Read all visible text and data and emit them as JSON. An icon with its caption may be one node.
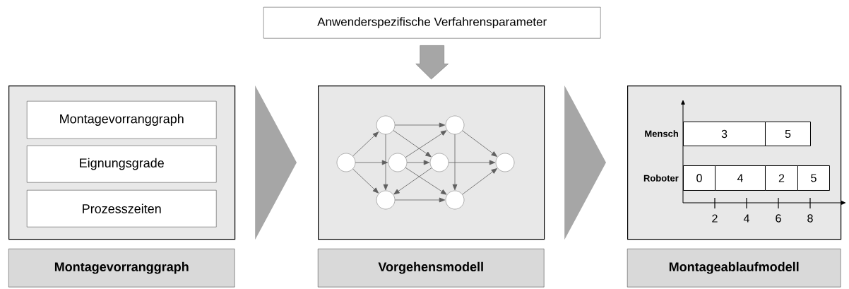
{
  "diagram": {
    "nodes": [
      {
        "text": [
          "Anwenderspezifische Verfahrensparameter"
        ]
      },
      {
        "text": [],
        "shape": "box"
      },
      {
        "text": [
          "Montagevorranggraph"
        ],
        "in": 1
      },
      {
        "text": [
          "Eignungsgrade"
        ],
        "in": 1
      },
      {
        "text": [
          "Prozesszeiten"
        ],
        "in": 1
      },
      {
        "text": [
          "Montagevorranggraph"
        ]
      },
      {
        "text": [],
        "shape": "box"
      },
      {
        "text": [],
        "shape": "circle",
        "in": 6
      },
      {
        "text": [],
        "shape": "circle",
        "in": 6
      },
      {
        "text": [],
        "shape": "circle",
        "in": 6
      },
      {
        "text": [],
        "shape": "circle",
        "in": 6
      },
      {
        "text": [],
        "shape": "circle",
        "in": 6
      },
      {
        "text": [],
        "shape": "circle",
        "in": 6
      },
      {
        "text": [],
        "shape": "circle",
        "in": 6
      },
      {
        "text": [],
        "shape": "circle",
        "in": 6
      },
      {
        "text": [
          "Vorgehensmodell"
        ]
      },
      {
        "text": [],
        "shape": "box"
      },
      {
        "text": [
          "3"
        ],
        "in": 16
      },
      {
        "text": [
          "5"
        ],
        "in": 16
      },
      {
        "text": [
          "0"
        ],
        "in": 16
      },
      {
        "text": [
          "4"
        ],
        "in": 16
      },
      {
        "text": [
          "2"
        ],
        "in": 16
      },
      {
        "text": [
          "5"
        ],
        "in": 16
      },
      {
        "text": [
          "Montageablaufmodell"
        ]
      }
    ],
    "edges": [
      {
        "from": 0,
        "to": 6,
        "arrow": "to",
        "style": "thick"
      },
      {
        "from": 1,
        "to": 6,
        "arrow": "to",
        "style": "thick"
      },
      {
        "from": 6,
        "to": 16,
        "arrow": "to",
        "style": "thick"
      },
      {
        "from": 7,
        "to": 8,
        "arrow": "to"
      },
      {
        "from": 7,
        "to": 10,
        "arrow": "to"
      },
      {
        "from": 7,
        "to": 9,
        "arrow": "to"
      },
      {
        "from": 8,
        "to": 12,
        "arrow": "to"
      },
      {
        "from": 8,
        "to": 9,
        "arrow": "to"
      },
      {
        "from": 8,
        "to": 11,
        "arrow": "to"
      },
      {
        "from": 10,
        "to": 12,
        "arrow": "to"
      },
      {
        "from": 10,
        "to": 11,
        "arrow": "to"
      },
      {
        "from": 10,
        "to": 13,
        "arrow": "to"
      },
      {
        "from": 11,
        "to": 9,
        "arrow": "to"
      },
      {
        "from": 11,
        "to": 14,
        "arrow": "to"
      },
      {
        "from": 12,
        "to": 14,
        "arrow": "to"
      },
      {
        "from": 12,
        "to": 13,
        "arrow": "to"
      },
      {
        "from": 9,
        "to": 13,
        "arrow": "to"
      },
      {
        "from": 13,
        "to": 14,
        "arrow": "to"
      }
    ],
    "labels": [
      "Mensch",
      "Roboter",
      "2",
      "4",
      "6",
      "8"
    ]
  }
}
